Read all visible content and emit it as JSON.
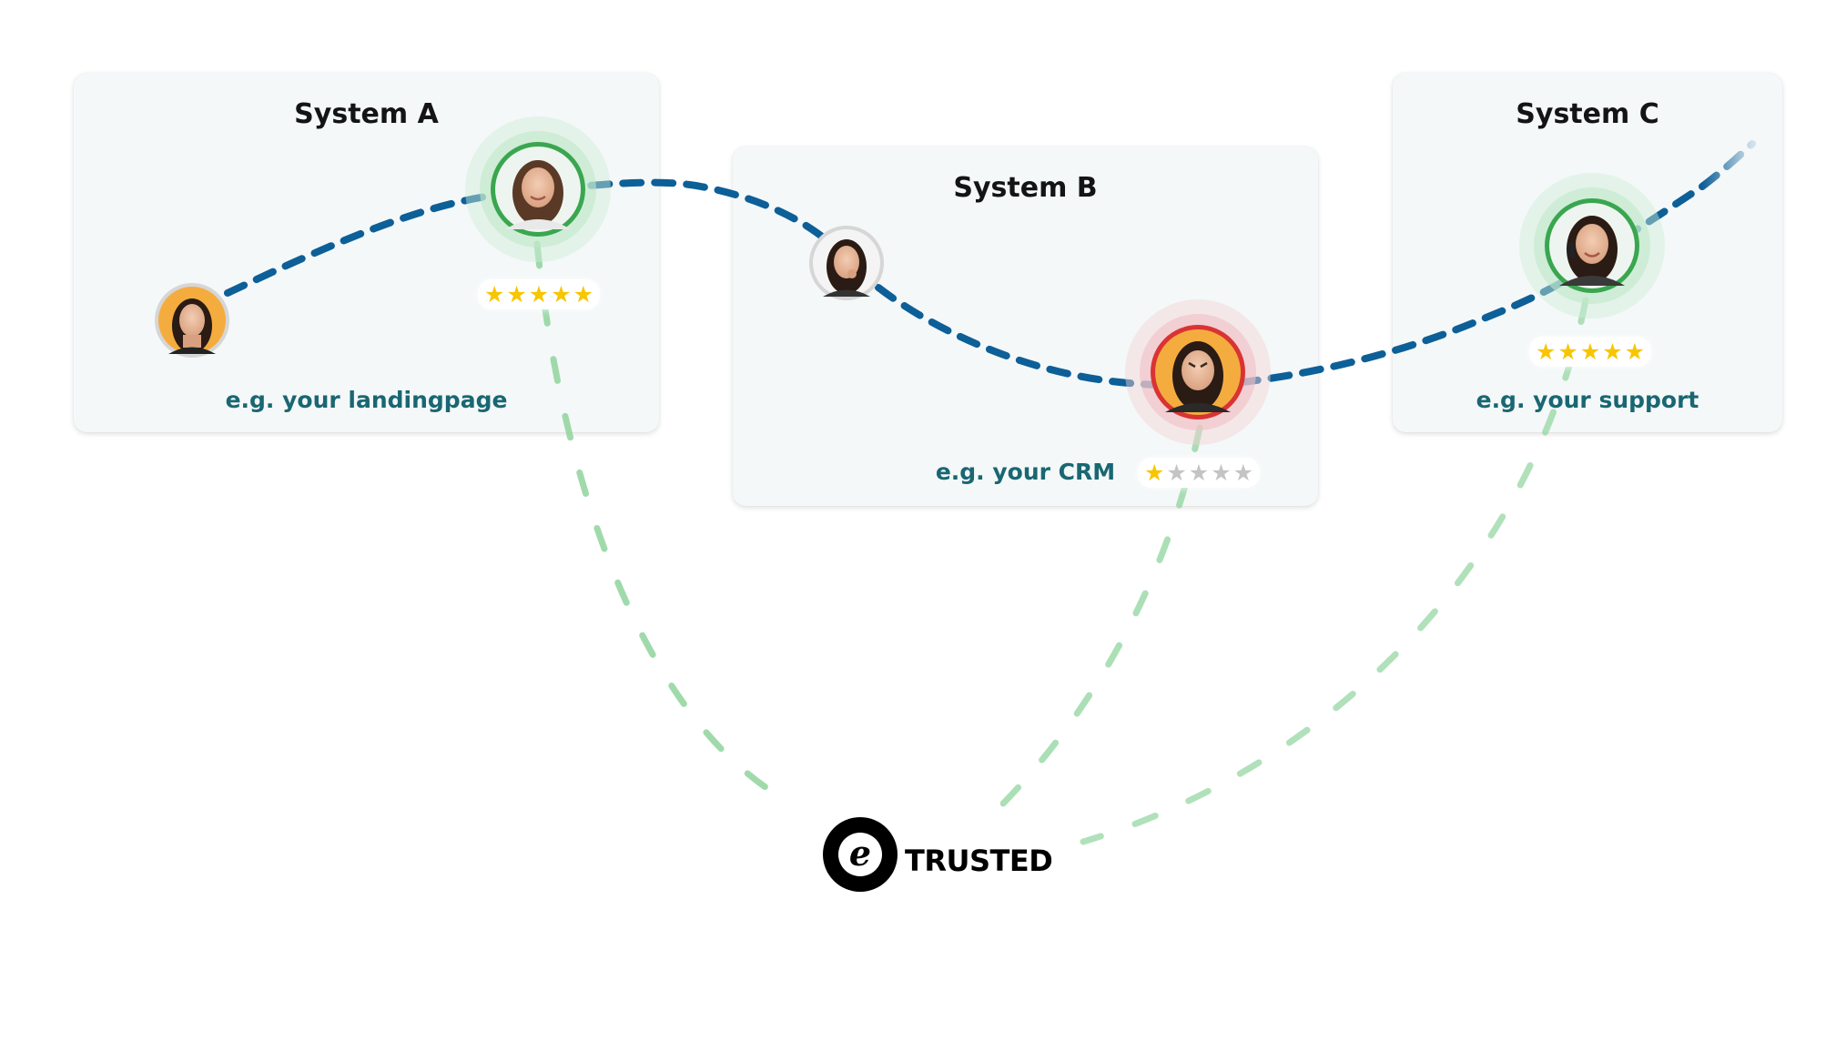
{
  "systems": [
    {
      "title": "System A",
      "caption": "e.g. your landingpage"
    },
    {
      "title": "System B",
      "caption": "e.g. your CRM"
    },
    {
      "title": "System C",
      "caption": "e.g. your support"
    }
  ],
  "ratings": [
    {
      "system": "System A",
      "stars": 5,
      "max": 5
    },
    {
      "system": "System B",
      "stars": 1,
      "max": 5
    },
    {
      "system": "System C",
      "stars": 5,
      "max": 5
    }
  ],
  "colors": {
    "journey_line": "#0d5f98",
    "review_line": "#8fd49c",
    "positive_ring": "#3aa64f",
    "negative_ring": "#d93333",
    "caption": "#196772",
    "star_active": "#f7c600",
    "star_inactive": "#c4c4c4"
  },
  "brand": {
    "name": "TRUSTED",
    "mark_letter": "e"
  },
  "icons": {
    "customers": [
      "customer-doubtful-avatar",
      "customer-happy-avatar",
      "customer-thinking-avatar",
      "customer-angry-avatar",
      "customer-phone-happy-avatar"
    ],
    "rating": "star-icon",
    "logo": "trusted-shops-e-logo-icon"
  }
}
